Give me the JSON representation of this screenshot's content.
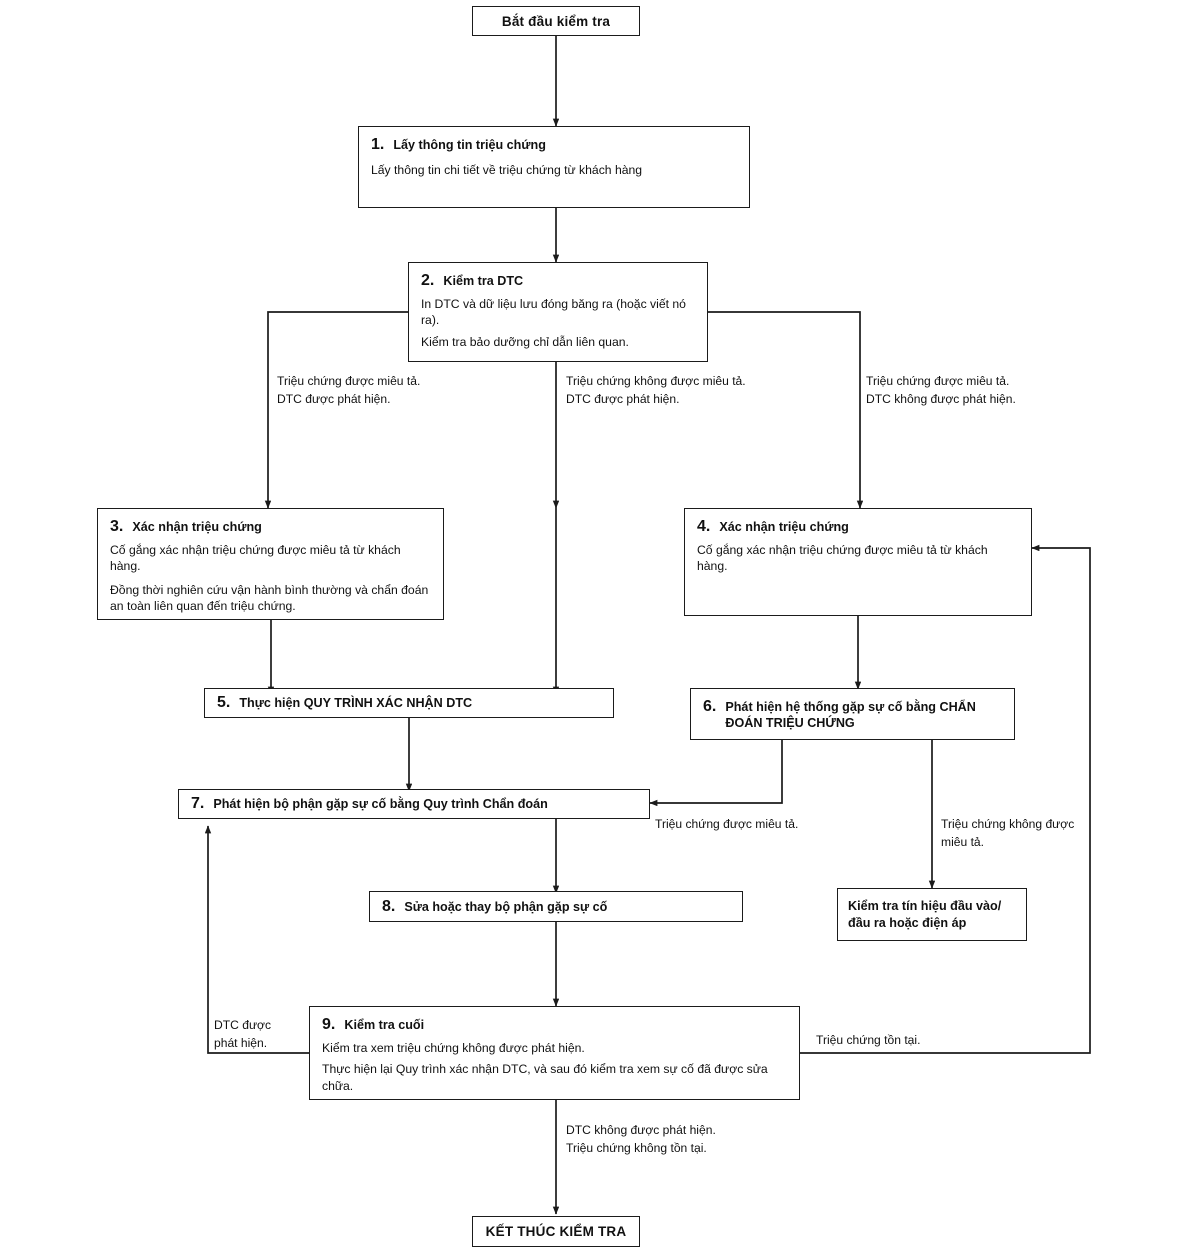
{
  "diagram": {
    "title": "Quy trinh kiem tra chan doan",
    "line_color": "#1b1b1b",
    "background": "#ffffff"
  },
  "nodes": {
    "start": {
      "label": "Bắt đầu kiểm tra"
    },
    "end": {
      "label": "KẾT THÚC KIỂM TRA"
    },
    "step1": {
      "number": "1.",
      "title": "Lấy thông tin triệu chứng",
      "lines": [
        "Lấy thông tin chi tiết về triệu chứng từ khách hàng"
      ]
    },
    "step2": {
      "number": "2.",
      "title": "Kiểm tra DTC",
      "lines": [
        "In DTC và dữ liệu lưu đóng băng ra (hoặc viết nó ra).",
        "Kiểm tra bảo dưỡng chỉ dẫn liên quan."
      ]
    },
    "step3": {
      "number": "3.",
      "title": "Xác nhận triệu chứng",
      "lines": [
        "Cố gắng xác nhận triệu chứng được miêu tả từ khách hàng.",
        "Đồng thời nghiên cứu vận hành bình thường và chẩn đoán an toàn liên quan đến triệu chứng."
      ]
    },
    "step4": {
      "number": "4.",
      "title": "Xác nhận triệu chứng",
      "lines": [
        "Cố gắng xác nhận triệu chứng được miêu tả từ khách hàng."
      ]
    },
    "step5": {
      "number": "5.",
      "title": "Thực hiện QUY TRÌNH XÁC NHẬN DTC",
      "lines": []
    },
    "step6": {
      "number": "6.",
      "title": "Phát hiện hệ thống gặp sự cố bằng CHẨN ĐOÁN TRIỆU CHỨNG",
      "lines": []
    },
    "step7": {
      "number": "7.",
      "title": "Phát hiện bộ phận gặp sự cố bằng Quy trình Chẩn đoán",
      "lines": []
    },
    "step8": {
      "number": "8.",
      "title": "Sửa hoặc thay bộ phận gặp sự cố",
      "lines": []
    },
    "step9": {
      "number": "9.",
      "title": "Kiểm tra cuối",
      "lines": [
        "Kiểm tra xem triệu chứng không được phát hiện.",
        "Thực hiện lại Quy trình xác nhận DTC, và sau đó kiểm tra xem sự cố đã được sửa chữa."
      ]
    },
    "check_signal": {
      "title": "Kiểm tra tín hiệu đầu vào/đầu ra hoặc điện áp",
      "lines": []
    }
  },
  "edge_labels": {
    "branch_left": "Triệu chứng được miêu tả.\nDTC được phát hiện.",
    "branch_middle": "Triệu chứng không được miêu tả.\nDTC được phát hiện.",
    "branch_right": "Triệu chứng được miêu tả.\nDTC không được phát hiện.",
    "from6_described": "Triệu chứng được miêu tả.",
    "from6_not_described": "Triệu chứng không được\nmiêu tả.",
    "loop_dtc_found": "DTC được\nphát hiện.",
    "loop_symptom_exists": "Triệu chứng tồn tại.",
    "to_end": "DTC không được phát hiện.\nTriệu chứng không tồn tại."
  }
}
